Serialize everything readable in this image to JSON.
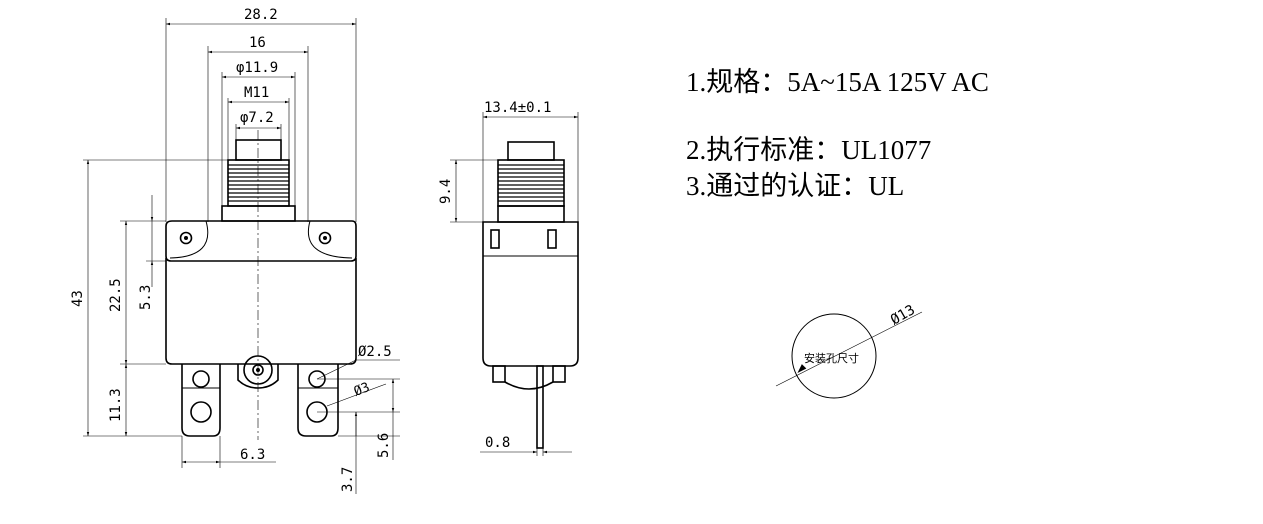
{
  "front_view": {
    "dims": {
      "overall_width": "28.2",
      "button_width": "16",
      "thread_dia": "φ11.9",
      "thread_size": "M11",
      "button_dia": "φ7.2",
      "overall_height": "43",
      "body_height": "22.5",
      "flange_height": "5.3",
      "terminal_height": "11.3",
      "terminal_width": "6.3",
      "hole_small": "Ø2.5",
      "hole_large": "Ø3",
      "terminal_offset": "5.6",
      "terminal_hole_pos": "3.7"
    }
  },
  "side_view": {
    "dims": {
      "depth": "13.4±0.1",
      "thread_length": "9.4",
      "terminal_thickness": "0.8"
    }
  },
  "specs": {
    "line1": "1.规格：5A~15A  125V  AC",
    "line2": "2.执行标准：UL1077",
    "line3": "3.通过的认证：UL"
  },
  "mounting_hole": {
    "label": "安装孔尺寸",
    "dia": "Ø13"
  }
}
